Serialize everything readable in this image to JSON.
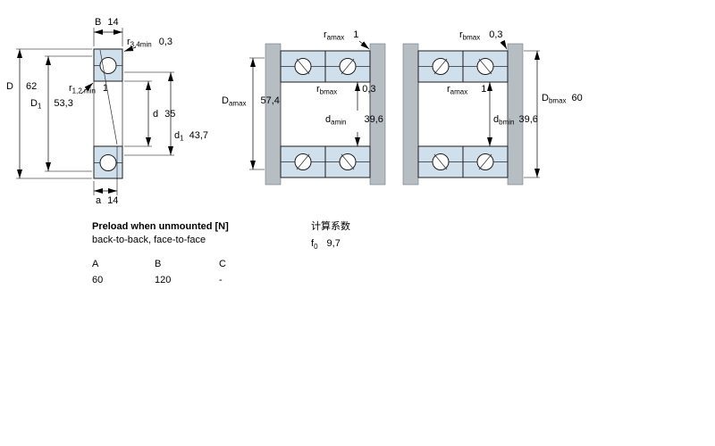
{
  "drawing": {
    "single_bearing": {
      "B": {
        "sym": "B",
        "value": "14"
      },
      "r34": {
        "sym": "r",
        "sub": "3,4min",
        "value": "0,3"
      },
      "D": {
        "sym": "D",
        "value": "62"
      },
      "D1": {
        "sym": "D",
        "sub": "1",
        "value": "53,3"
      },
      "r12": {
        "sym": "r",
        "sub": "1,2 min",
        "value": "1"
      },
      "d": {
        "sym": "d",
        "value": "35"
      },
      "d1": {
        "sym": "d",
        "sub": "1",
        "value": "43,7"
      },
      "a": {
        "sym": "a",
        "value": "14"
      }
    },
    "back_to_back_pair": {
      "ramax": {
        "sym": "r",
        "sub": "amax",
        "value": "1"
      },
      "Damax": {
        "sym": "D",
        "sub": "amax",
        "value": "57,4"
      },
      "rbmax": {
        "sym": "r",
        "sub": "bmax",
        "value": "0,3"
      },
      "damin": {
        "sym": "d",
        "sub": "amin",
        "value": "39,6"
      }
    },
    "face_to_face_pair": {
      "rbmax": {
        "sym": "r",
        "sub": "bmax",
        "value": "0,3"
      },
      "ramax": {
        "sym": "r",
        "sub": "amax",
        "value": "1"
      },
      "dbmin": {
        "sym": "d",
        "sub": "bmin",
        "value": "39,6"
      },
      "Dbmax": {
        "sym": "D",
        "sub": "bmax",
        "value": "60"
      }
    }
  },
  "preload": {
    "title": "Preload when unmounted [N]",
    "subtitle": "back-to-back, face-to-face",
    "columns": [
      "A",
      "B",
      "C"
    ],
    "values": [
      "60",
      "120",
      "-"
    ]
  },
  "factors": {
    "title": "计算系数",
    "f0": {
      "sym": "f",
      "sub": "0",
      "value": "9,7"
    }
  },
  "colors": {
    "bearing_fill": "#cfdfeb",
    "steel_fill": "#b6bdc3"
  }
}
